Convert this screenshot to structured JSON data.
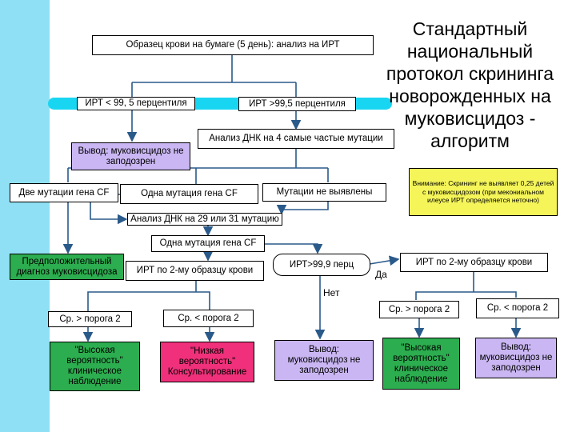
{
  "title_lines": [
    "Стандартный",
    "национальный",
    "протокол скрининга",
    "новорожденных на",
    "муковисцидоз -",
    "алгоритм"
  ],
  "nodes": {
    "sample": "Образец крови на бумаге (5 день): анализ на ИРТ",
    "irt_low": "ИРТ < 99, 5 перцентиля",
    "irt_high": "ИРТ >99,5 перцентиля",
    "conclusion_not_suspected": "Вывод: муковисцидоз не заподозрен",
    "dna4": "Анализ ДНК на 4 самые частые мутации",
    "two_mutations": "Две мутации гена CF",
    "one_mutation": "Одна мутация гена CF",
    "no_mutations": "Мутации не выявлены",
    "warning": "Внимание: Скрининг не выявляет 0,25 детей с муковисцидозом (при мекониальном илеусе ИРТ определяется неточно)",
    "dna29": "Анализ ДНК на 29 или 31 мутацию",
    "one_mutation_2": "Одна мутация гена CF",
    "presumptive": "Предположительный диагноз муковисцидоза",
    "irt_second_left": "ИРТ по 2-му образцу крови",
    "irt_999": "ИРТ>99,9 перц",
    "yes": "Да",
    "irt_second_right": "ИРТ по 2-му образцу крови",
    "no": "Нет",
    "sw_gt": "Ср. > порога 2",
    "sw_lt": "Ср. < порога 2",
    "sw_gt_right": "Ср. > порога 2",
    "sw_lt_right": "Ср. < порога 2",
    "high_prob": "\"Высокая вероятность\" клиническое наблюдение",
    "low_prob": "\"Низкая вероятность\" Консультирование",
    "conclusion_bottom": "Вывод: муковисцидоз не заподозрен",
    "high_prob_right": "\"Высокая вероятность\" клиническое наблюдение",
    "conclusion_right": "Вывод: муковисцидоз не заподозрен"
  },
  "colors": {
    "stripe": "#8fe0f4",
    "pill": "#18d6f2",
    "arrow": "#2a5a8a",
    "purple": "#c9b6f2",
    "green": "#2cad4f",
    "pink": "#f0307a",
    "yellow": "#f5f55a"
  }
}
